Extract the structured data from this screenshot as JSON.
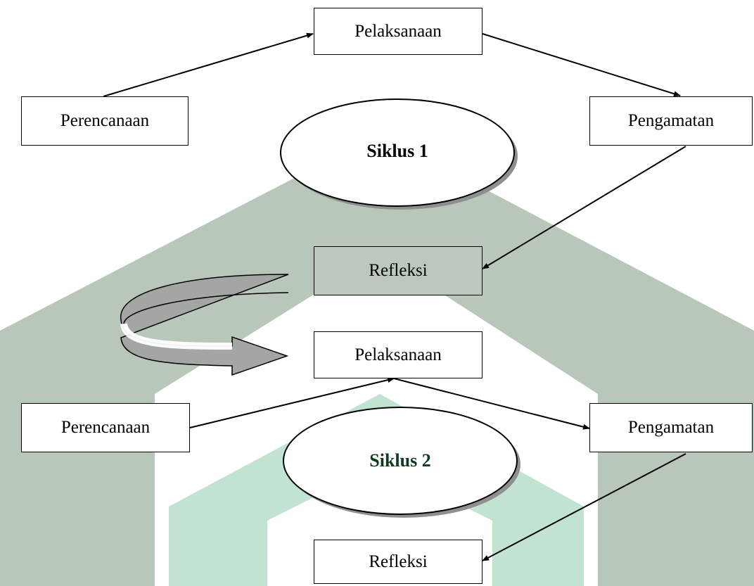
{
  "diagram": {
    "cycles": [
      {
        "title": "Siklus 1",
        "steps": {
          "planning": "Perencanaan",
          "implementation": "Pelaksanaan",
          "observation": "Pengamatan",
          "reflection": "Refleksi"
        }
      },
      {
        "title": "Siklus 2",
        "steps": {
          "planning": "Perencanaan",
          "implementation": "Pelaksanaan",
          "observation": "Pengamatan",
          "reflection": "Refleksi"
        }
      }
    ]
  },
  "colors": {
    "watermark_gray": "#b9c7bb",
    "watermark_green": "#c3e3d2",
    "curved_arrow_fill": "#a3a7a3",
    "siklus2_text": "#0e3a20"
  }
}
